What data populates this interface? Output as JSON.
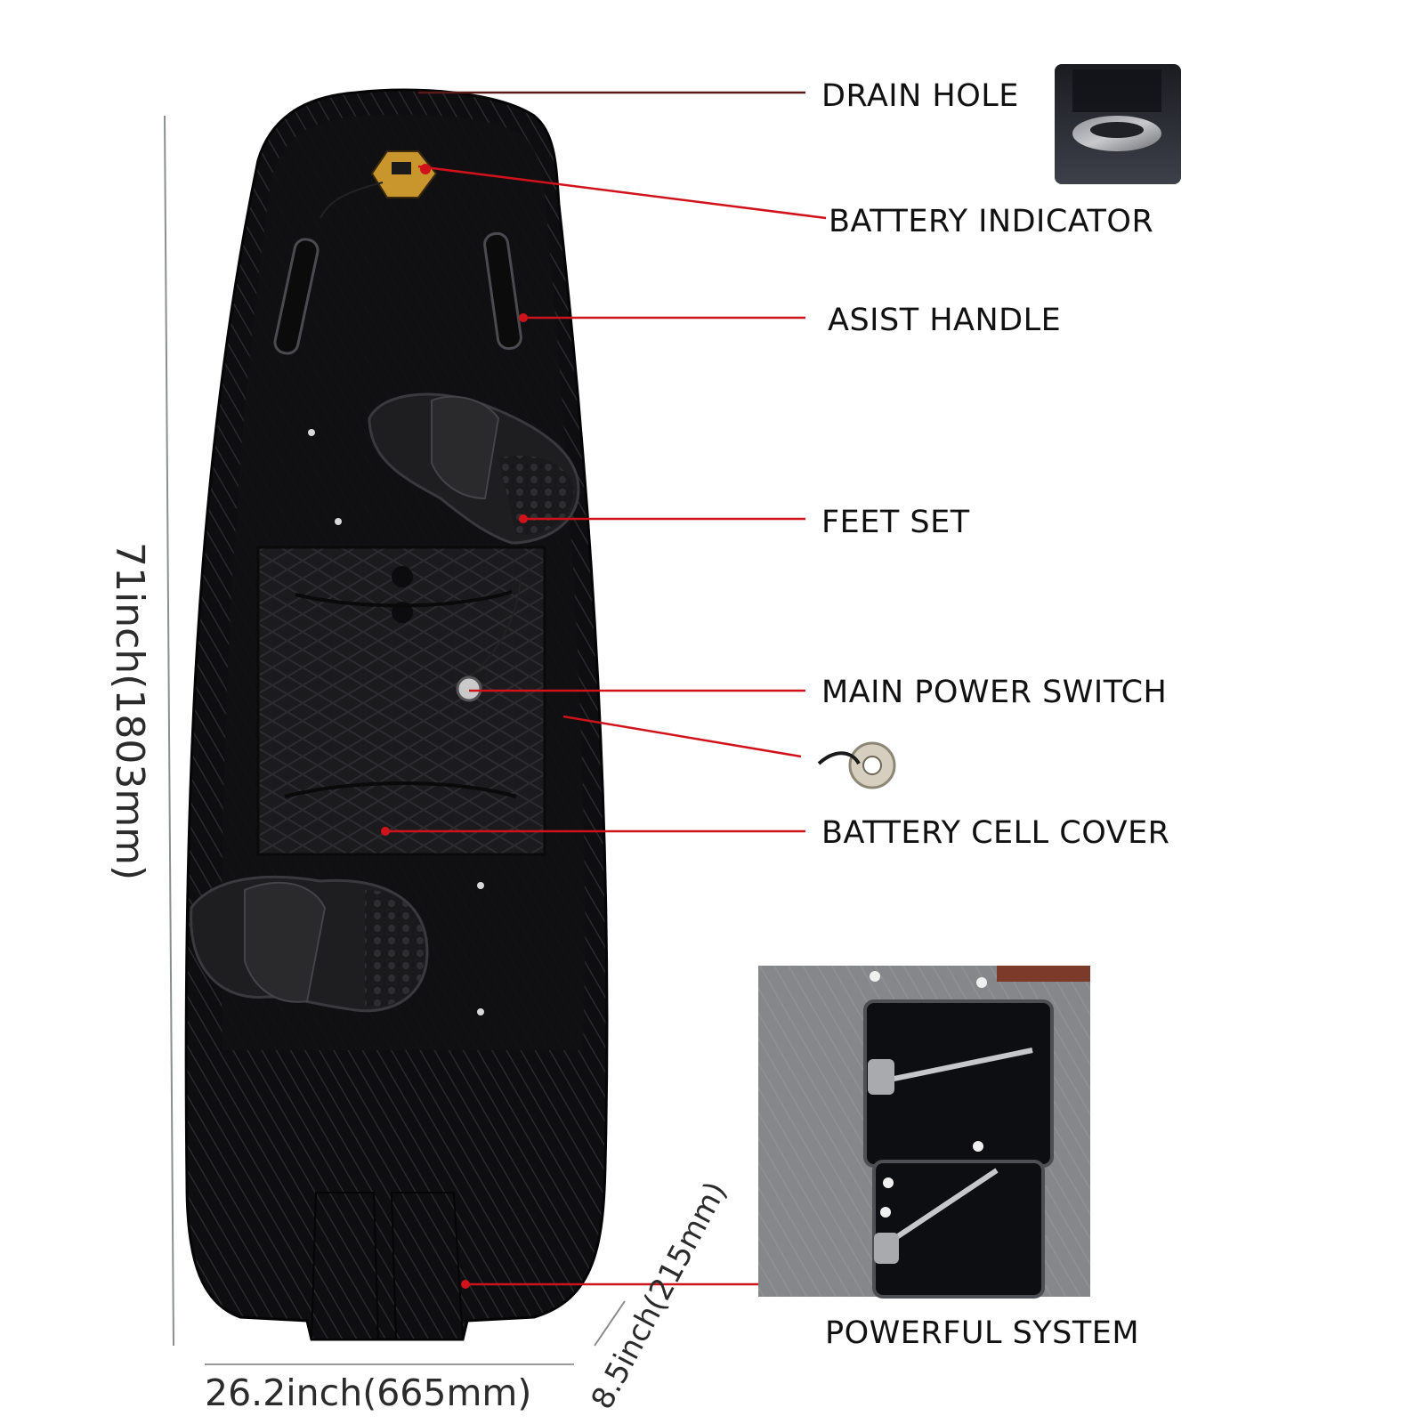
{
  "callouts": {
    "drain_hole": "DRAIN HOLE",
    "battery_indicator": "BATTERY INDICATOR",
    "assist_handle": "ASIST HANDLE",
    "feet_set": "FEET SET",
    "main_power_switch": "MAIN POWER SWITCH",
    "battery_cell_cover": "BATTERY  CELL  COVER",
    "powerful_system": "POWERFUL SYSTEM"
  },
  "dimensions": {
    "length": "71inch(1803mm)",
    "width": "26.2inch(665mm)",
    "height": "8.5inch(215mm)"
  },
  "colors": {
    "leader_red": "#d0121b",
    "leader_dark": "#5a1a1a",
    "board": "#0d0d0f",
    "pad": "#1c1c1e",
    "indicator": "#c9962e"
  }
}
